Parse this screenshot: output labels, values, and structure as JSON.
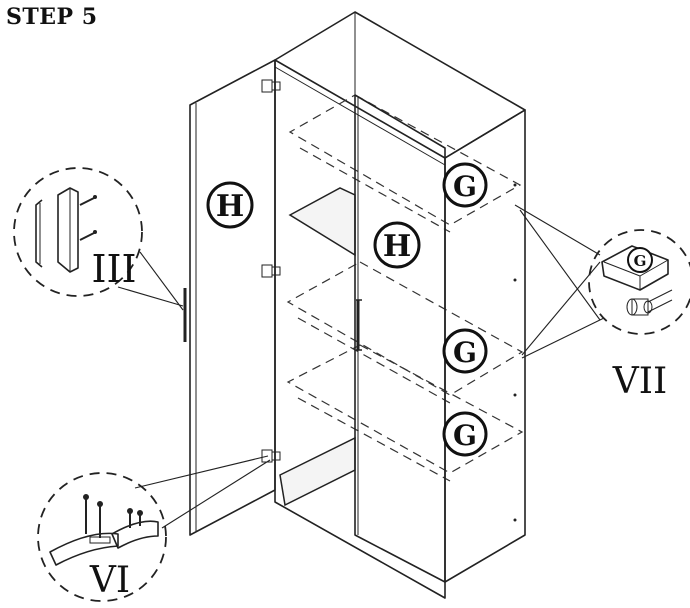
{
  "header": {
    "title": "STEP 5"
  },
  "parts": {
    "door_left": "H",
    "door_right": "H",
    "shelf_1": "G",
    "shelf_2": "G",
    "shelf_3": "G",
    "shelf_pin_detail": "G"
  },
  "callouts": {
    "handle": "III",
    "hinge": "VI",
    "shelf_pin": "VII"
  }
}
